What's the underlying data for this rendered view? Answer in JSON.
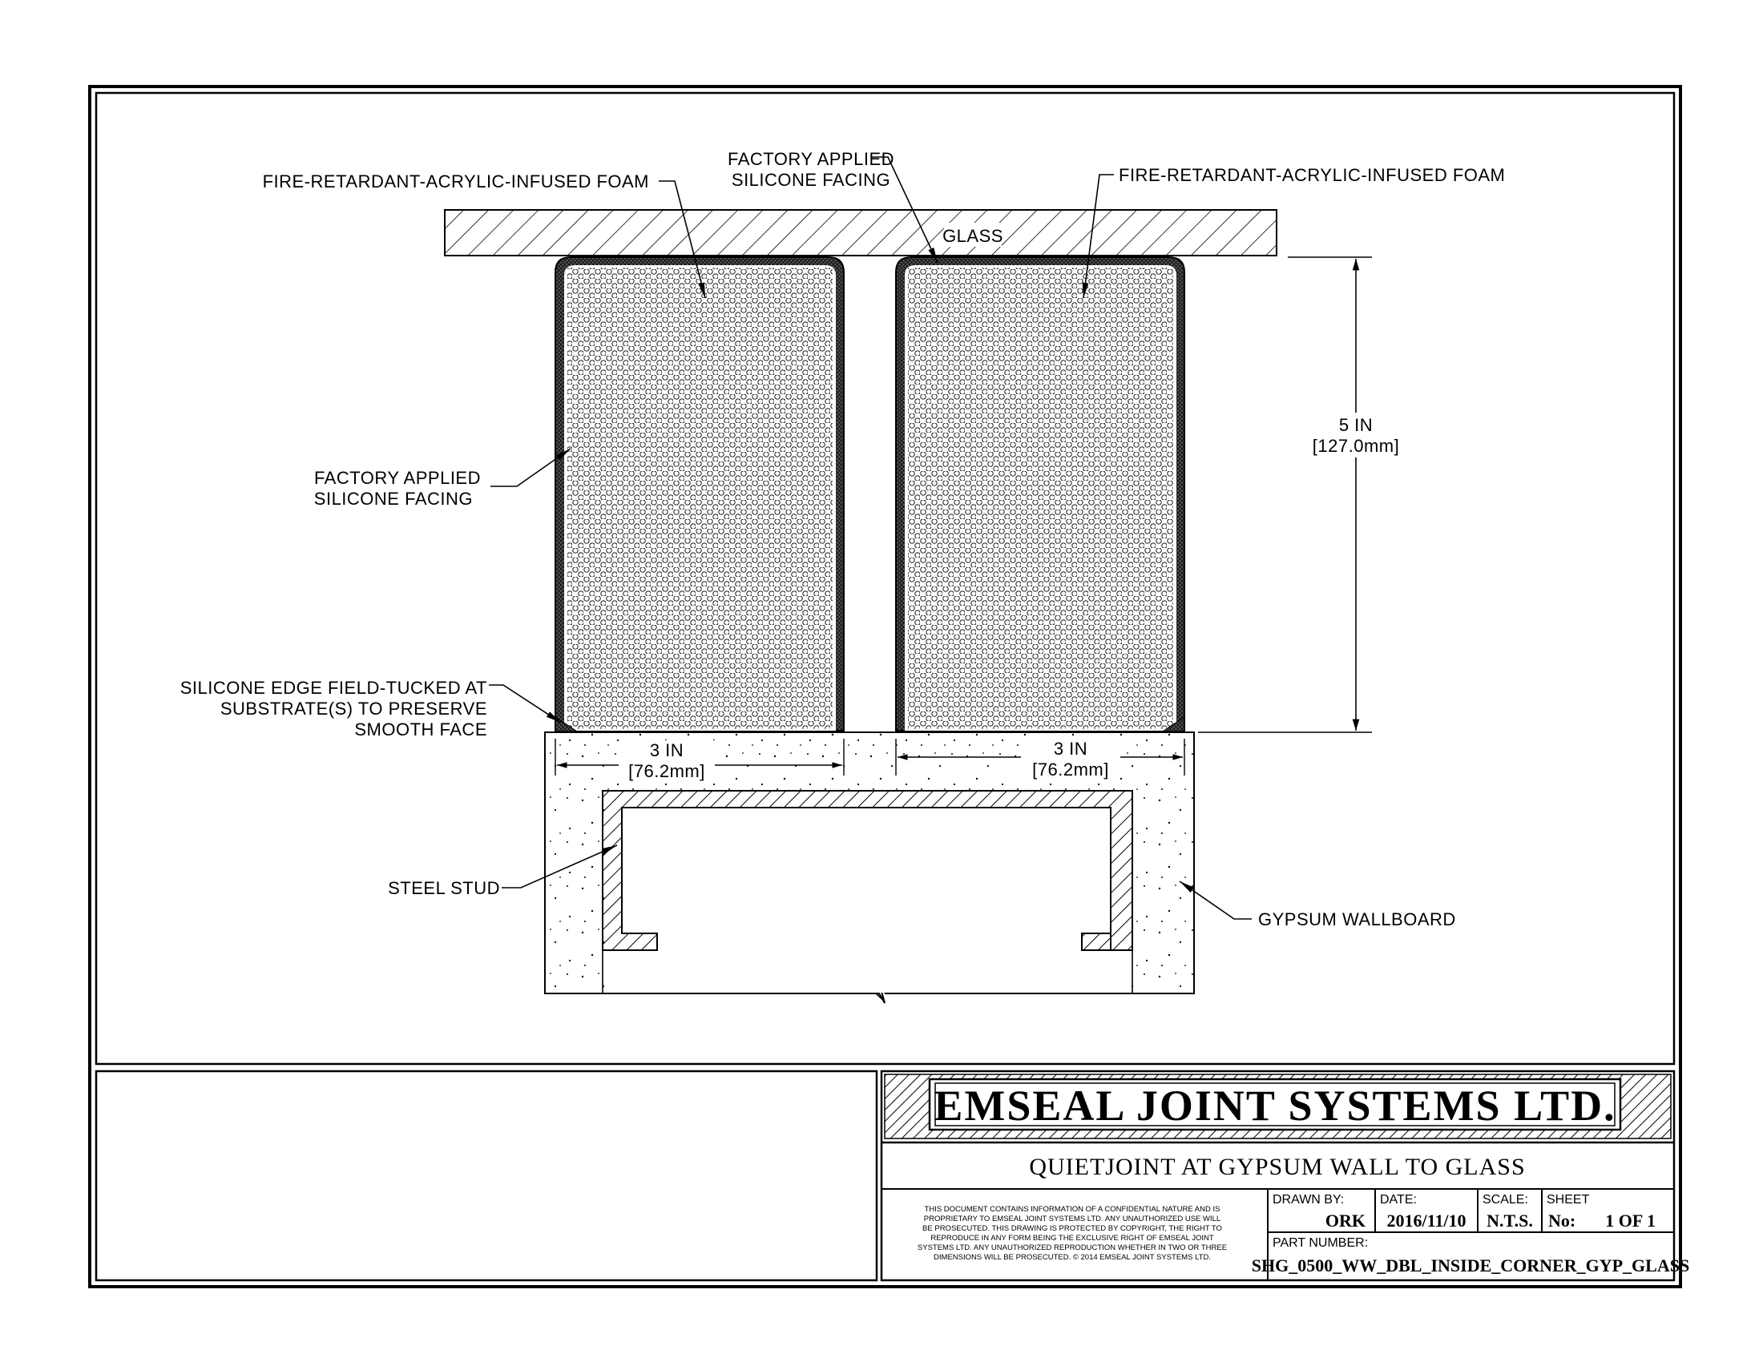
{
  "labels": {
    "foam_left": "FIRE-RETARDANT-ACRYLIC-INFUSED FOAM",
    "foam_right": "FIRE-RETARDANT-ACRYLIC-INFUSED FOAM",
    "facing_top_1": "FACTORY APPLIED",
    "facing_top_2": "SILICONE FACING",
    "glass": "GLASS",
    "facing_left_1": "FACTORY APPLIED",
    "facing_left_2": "SILICONE FACING",
    "edge_1": "SILICONE EDGE FIELD-TUCKED AT",
    "edge_2": "SUBSTRATE(S) TO PRESERVE",
    "edge_3": "SMOOTH FACE",
    "steel_stud": "STEEL STUD",
    "gypsum": "GYPSUM WALLBOARD"
  },
  "dimensions": {
    "height_in": "5 IN",
    "height_mm": "[127.0mm]",
    "left_width_in": "3 IN",
    "left_width_mm": "[76.2mm]",
    "right_width_in": "3 IN",
    "right_width_mm": "[76.2mm]"
  },
  "title_block": {
    "company": "EMSEAL JOINT SYSTEMS LTD.",
    "title": "QUIETJOINT AT GYPSUM WALL TO GLASS",
    "confidential": [
      "THIS DOCUMENT CONTAINS INFORMATION OF A CONFIDENTIAL NATURE AND IS",
      "PROPRIETARY TO EMSEAL JOINT SYSTEMS LTD. ANY UNAUTHORIZED USE WILL",
      "BE PROSECUTED. THIS DRAWING IS PROTECTED BY COPYRIGHT, THE RIGHT TO",
      "REPRODUCE IN ANY FORM BEING THE EXCLUSIVE RIGHT OF EMSEAL JOINT",
      "SYSTEMS LTD. ANY UNAUTHORIZED REPRODUCTION WHETHER IN TWO OR THREE",
      "DIMENSIONS WILL BE PROSECUTED. © 2014 EMSEAL JOINT SYSTEMS LTD."
    ],
    "drawn_by_label": "DRAWN BY:",
    "drawn_by": "ORK",
    "date_label": "DATE:",
    "date": "2016/11/10",
    "scale_label": "SCALE:",
    "scale": "N.T.S.",
    "sheet_label": "SHEET",
    "sheet_no_label": "No:",
    "sheet": "1 OF 1",
    "part_number_label": "PART NUMBER:",
    "part_number": "SHG_0500_WW_DBL_INSIDE_CORNER_GYP_GLASS"
  }
}
